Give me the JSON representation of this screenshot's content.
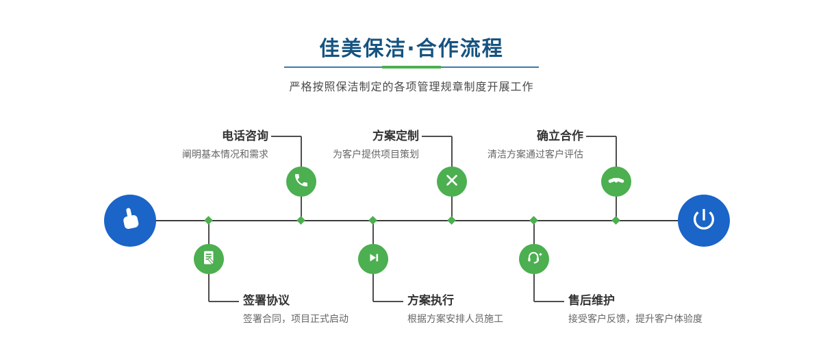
{
  "header": {
    "title": "佳美保洁·合作流程",
    "subtitle": "严格按照保洁制定的各项管理规章制度开展工作"
  },
  "colors": {
    "title_blue": "#155380",
    "node_green": "#4caf50",
    "endpoint_blue": "#1b64c8",
    "main_line": "#3b3b3b",
    "connector": "#4d4d4d"
  },
  "timeline": {
    "start": {
      "icon": "hand-pointer-icon"
    },
    "end": {
      "icon": "power-icon"
    },
    "steps_top": [
      {
        "title": "电话咨询",
        "desc": "阐明基本情况和需求",
        "icon": "phone-icon"
      },
      {
        "title": "方案定制",
        "desc": "为客户提供项目策划",
        "icon": "design-tools-icon"
      },
      {
        "title": "确立合作",
        "desc": "清洁方案通过客户评估",
        "icon": "handshake-icon"
      }
    ],
    "steps_bottom": [
      {
        "title": "签署协议",
        "desc": "签署合同，项目正式启动",
        "icon": "contract-icon"
      },
      {
        "title": "方案执行",
        "desc": "根据方案安排人员施工",
        "icon": "play-execute-icon"
      },
      {
        "title": "售后维护",
        "desc": "接受客户反馈，提升客户体验度",
        "icon": "headset-support-icon"
      }
    ]
  }
}
